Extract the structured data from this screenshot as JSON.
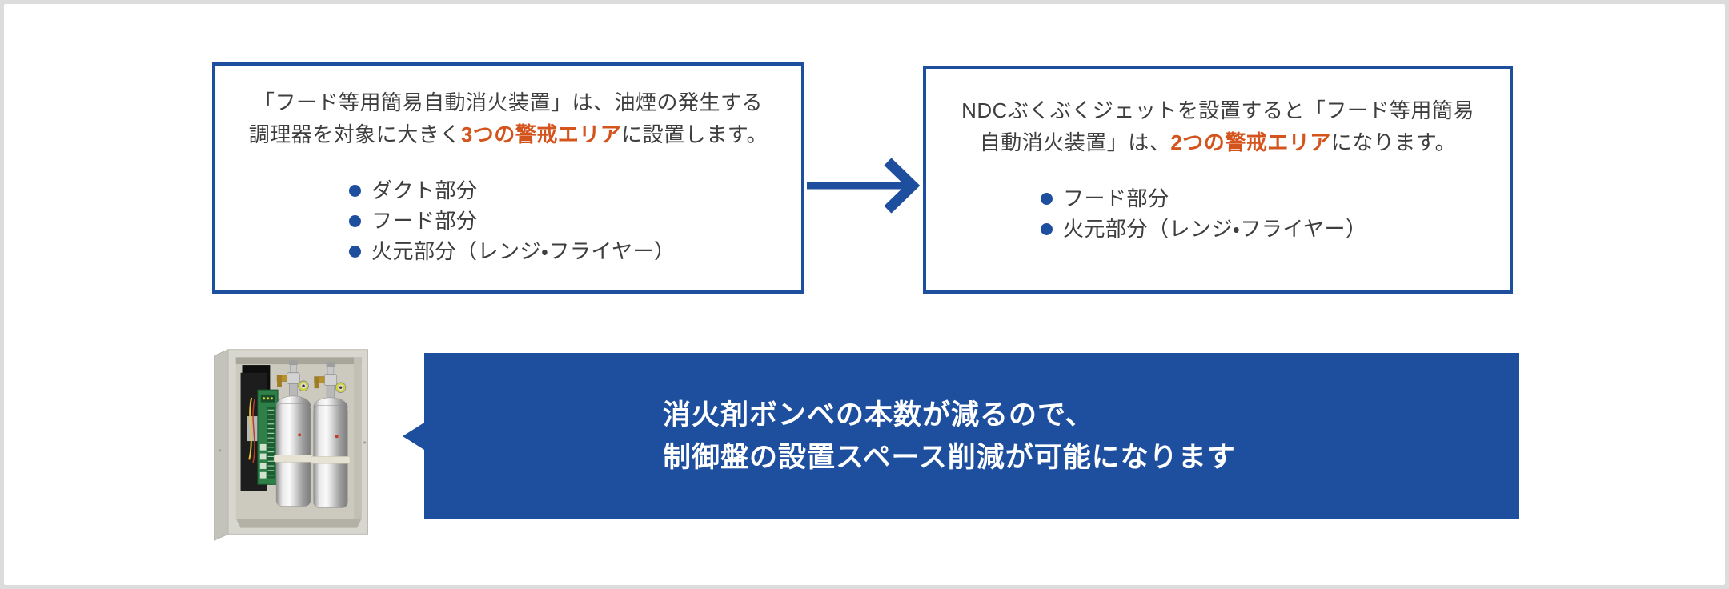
{
  "colors": {
    "accent_blue": "#1e4f9e",
    "accent_orange": "#d4541e",
    "body_text": "#3e3e3e",
    "card_bg": "#ffffff",
    "page_bg": "#dcdcdc",
    "callout_text": "#ffffff"
  },
  "before_box": {
    "line1": "「フード等用簡易自動消火装置」は、油煙の発生する",
    "line2_pre": "調理器を対象に大きく",
    "line2_highlight": "3つの警戒エリア",
    "line2_post": "に設置します。",
    "bullets": [
      "ダクト部分",
      "フード部分",
      "火元部分（レンジ・フライヤー）"
    ]
  },
  "after_box": {
    "line1": "NDCぶくぶくジェットを設置すると「フード等用簡易",
    "line2_pre": "自動消火装置」は、",
    "line2_highlight": "2つの警戒エリア",
    "line2_post": "になります。",
    "bullets": [
      "フード部分",
      "火元部分（レンジ・フライヤー）"
    ]
  },
  "callout": {
    "line1": "消火剤ボンベの本数が減るので、",
    "line2": "制御盤の設置スペース削減が可能になります"
  },
  "icons": {
    "arrow": "right-arrow-icon",
    "bullet": "bullet-dot-icon",
    "illustration": "control-panel-photo"
  }
}
